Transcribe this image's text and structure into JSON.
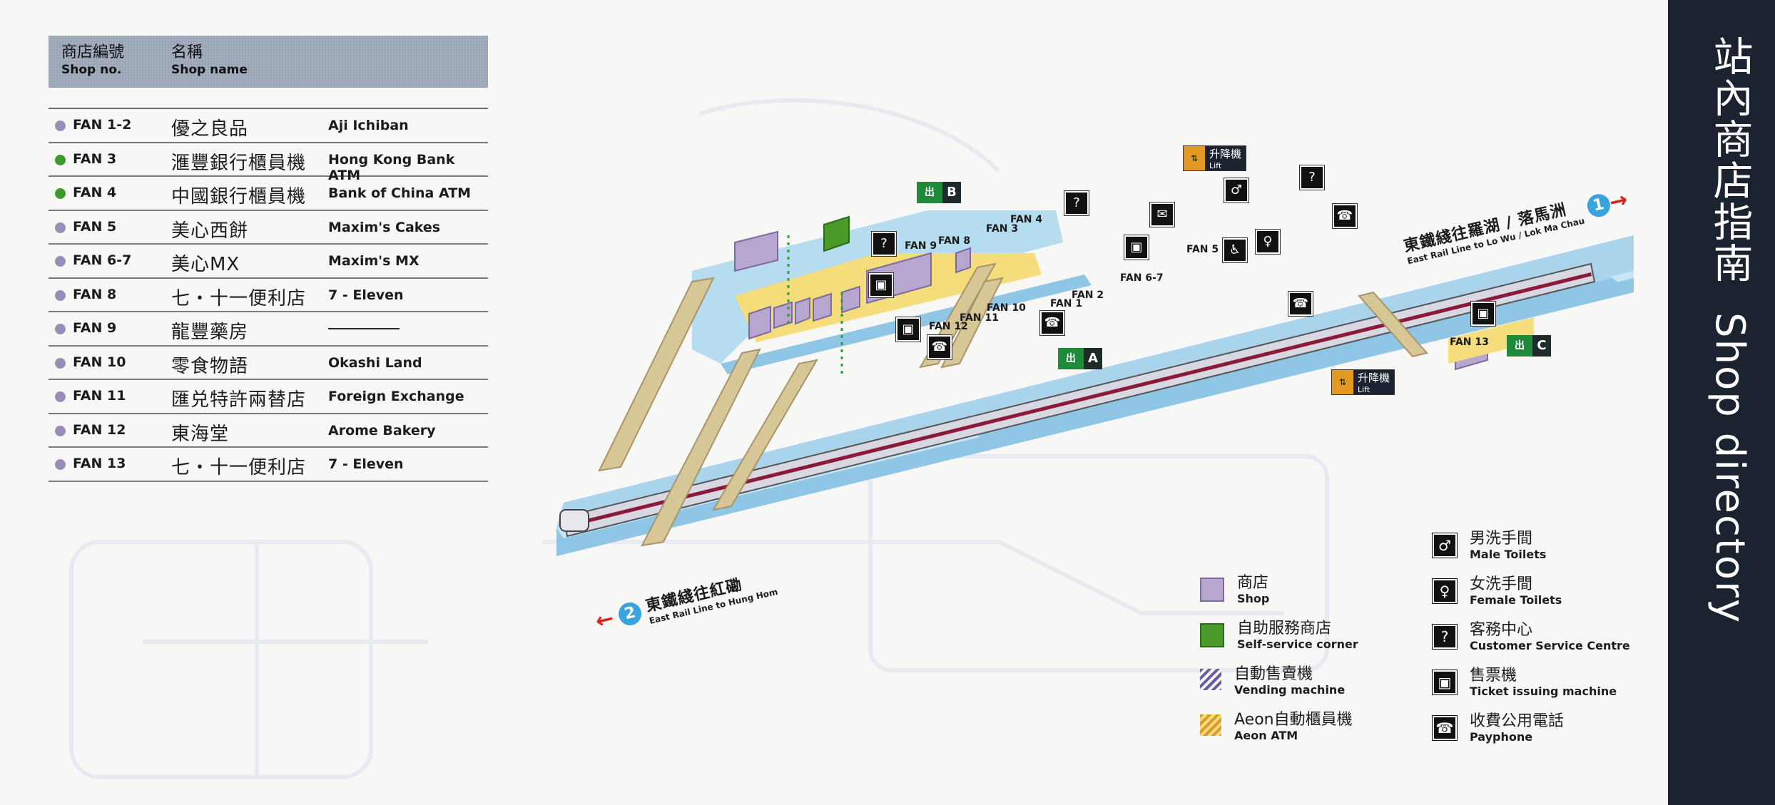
{
  "table": {
    "header": {
      "no_zh": "商店編號",
      "no_en": "Shop no.",
      "name_zh": "名稱",
      "name_en": "Shop name"
    },
    "rows": [
      {
        "code": "FAN 1-2",
        "zh": "優之良品",
        "en": "Aji Ichiban",
        "color": "#9a8db8"
      },
      {
        "code": "FAN 3",
        "zh": "滙豐銀行櫃員機",
        "en": "Hong Kong Bank ATM",
        "color": "#3f9a2c"
      },
      {
        "code": "FAN 4",
        "zh": "中國銀行櫃員機",
        "en": "Bank of China ATM",
        "color": "#3f9a2c"
      },
      {
        "code": "FAN 5",
        "zh": "美心西餅",
        "en": "Maxim's Cakes",
        "color": "#9a8db8"
      },
      {
        "code": "FAN 6-7",
        "zh": "美心MX",
        "en": "Maxim's MX",
        "color": "#9a8db8"
      },
      {
        "code": "FAN 8",
        "zh": "七・十一便利店",
        "en": "7 - Eleven",
        "color": "#9a8db8"
      },
      {
        "code": "FAN 9",
        "zh": "龍豐藥房",
        "en": "",
        "color": "#9a8db8"
      },
      {
        "code": "FAN 10",
        "zh": "零食物語",
        "en": "Okashi Land",
        "color": "#9a8db8"
      },
      {
        "code": "FAN 11",
        "zh": "匯兑特許兩替店",
        "en": "Foreign Exchange",
        "color": "#9a8db8"
      },
      {
        "code": "FAN 12",
        "zh": "東海堂",
        "en": "Arome Bakery",
        "color": "#9a8db8"
      },
      {
        "code": "FAN 13",
        "zh": "七・十一便利店",
        "en": "7 - Eleven",
        "color": "#9a8db8"
      }
    ]
  },
  "title": {
    "zh": "站內商店指南",
    "en": "Shop directory"
  },
  "map": {
    "shops": {
      "fan9": "FAN 9",
      "fan8": "FAN 8",
      "fan3": "FAN 3",
      "fan4": "FAN 4",
      "fan5": "FAN 5",
      "fan67": "FAN 6-7",
      "fan2": "FAN 2",
      "fan1": "FAN 1",
      "fan10": "FAN 10",
      "fan11": "FAN 11",
      "fan12": "FAN 12",
      "fan13": "FAN 13"
    },
    "exits": {
      "a": "A",
      "b": "B",
      "c": "C",
      "exit_zh": "出"
    },
    "lift": {
      "zh": "升降機",
      "en": "Lift"
    },
    "dir_north": {
      "zh": "東鐵綫往羅湖 / 落馬洲",
      "en": "East Rail Line to Lo Wu / Lok Ma Chau",
      "num": "1"
    },
    "dir_south": {
      "zh": "東鐵綫往紅磡",
      "en": "East Rail Line to Hung Hom",
      "num": "2"
    }
  },
  "legend": {
    "shop": {
      "zh": "商店",
      "en": "Shop"
    },
    "self_service": {
      "zh": "自助服務商店",
      "en": "Self-service corner"
    },
    "vending": {
      "zh": "自動售賣機",
      "en": "Vending machine"
    },
    "aeon": {
      "zh": "Aeon自動櫃員機",
      "en": "Aeon ATM"
    },
    "male": {
      "zh": "男洗手間",
      "en": "Male Toilets"
    },
    "female": {
      "zh": "女洗手間",
      "en": "Female Toilets"
    },
    "customer": {
      "zh": "客務中心",
      "en": "Customer Service Centre"
    },
    "ticket": {
      "zh": "售票機",
      "en": "Ticket issuing machine"
    },
    "payphone": {
      "zh": "收費公用電話",
      "en": "Payphone"
    }
  },
  "colors": {
    "shop": "#b7a6cf",
    "self_service": "#4a9b2a",
    "concourse": "#f4dd7a",
    "platform": "#a9d4ec",
    "stairs": "#d8c796",
    "strip": "#1b2230"
  },
  "icons": [
    "male-toilet-icon",
    "female-toilet-icon",
    "customer-service-icon",
    "ticket-machine-icon",
    "payphone-icon",
    "mail-icon",
    "accessible-icon"
  ]
}
